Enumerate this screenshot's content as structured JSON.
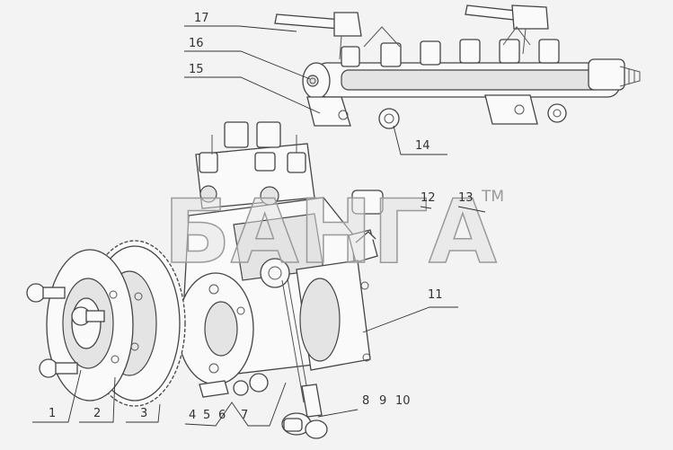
{
  "callouts": {
    "c1": "1",
    "c2": "2",
    "c3": "3",
    "c4": "4",
    "c5": "5",
    "c6": "6",
    "c7": "7",
    "c8": "8",
    "c9": "9",
    "c10": "10",
    "c11": "11",
    "c12": "12",
    "c13": "13",
    "c14": "14",
    "c15": "15",
    "c16": "16",
    "c17": "17"
  },
  "watermark": {
    "text": "БАНГА",
    "tm": "TM"
  }
}
